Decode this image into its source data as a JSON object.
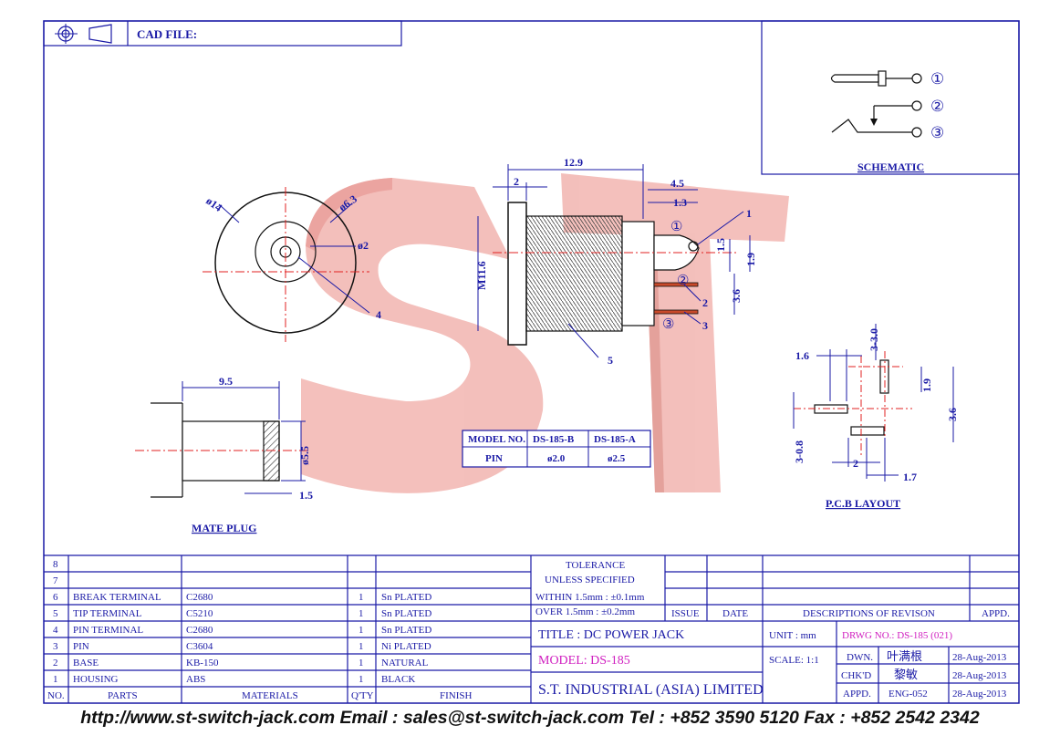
{
  "header": {
    "cad_file_label": "CAD FILE:"
  },
  "schematic": {
    "title": "SCHEMATIC",
    "pins": [
      "①",
      "②",
      "③"
    ]
  },
  "front_view": {
    "dia_outer": "ø14",
    "dia_mid": "ø6.3",
    "dia_pin": "ø2",
    "callout": "4"
  },
  "side_view": {
    "dim_length": "12.9",
    "dim_flange": "2",
    "dim_a": "4.5",
    "dim_b": "1.3",
    "dim_c": "1.5",
    "dim_d": "1.9",
    "dim_e": "3.6",
    "dim_thread": "M11.6",
    "callouts": [
      "1",
      "2",
      "3",
      "5"
    ],
    "pins": [
      "①",
      "②",
      "③"
    ]
  },
  "mate_plug": {
    "title": "MATE PLUG",
    "dim_length": "9.5",
    "dim_dia": "ø5.5",
    "dim_step": "1.5"
  },
  "pcb_layout": {
    "title": "P.C.B LAYOUT",
    "d1": "1.6",
    "d2": "3-3.0",
    "d3": "1.9",
    "d4": "3.6",
    "d5": "3-0.8",
    "d6": "2",
    "d7": "1.7"
  },
  "model_table": {
    "headers": [
      "MODEL NO.",
      "DS-185-B",
      "DS-185-A"
    ],
    "row": [
      "PIN",
      "ø2.0",
      "ø2.5"
    ]
  },
  "watermark": "S T",
  "parts": {
    "rows": [
      {
        "no": "8",
        "part": "",
        "material": "",
        "qty": "",
        "finish": ""
      },
      {
        "no": "7",
        "part": "",
        "material": "",
        "qty": "",
        "finish": ""
      },
      {
        "no": "6",
        "part": "BREAK TERMINAL",
        "material": "C2680",
        "qty": "1",
        "finish": "Sn PLATED"
      },
      {
        "no": "5",
        "part": "TIP TERMINAL",
        "material": "C5210",
        "qty": "1",
        "finish": "Sn PLATED"
      },
      {
        "no": "4",
        "part": "PIN TERMINAL",
        "material": "C2680",
        "qty": "1",
        "finish": "Sn PLATED"
      },
      {
        "no": "3",
        "part": "PIN",
        "material": "C3604",
        "qty": "1",
        "finish": "Ni PLATED"
      },
      {
        "no": "2",
        "part": "BASE",
        "material": "KB-150",
        "qty": "1",
        "finish": "NATURAL"
      },
      {
        "no": "1",
        "part": "HOUSING",
        "material": "ABS",
        "qty": "1",
        "finish": "BLACK"
      }
    ],
    "headers": {
      "no": "NO.",
      "part": "PARTS",
      "material": "MATERIALS",
      "qty": "Q'TY",
      "finish": "FINISH"
    }
  },
  "title_block": {
    "tolerance_title": "TOLERANCE",
    "tolerance_sub": "UNLESS   SPECIFIED",
    "within": "WITHIN  1.5mm : ±0.1mm",
    "over": "OVER   1.5mm : ±0.2mm",
    "issue": "ISSUE",
    "date": "DATE",
    "descriptions": "DESCRIPTIONS  OF  REVISON",
    "appd_col": "APPD.",
    "title": "TITLE : DC POWER JACK",
    "unit": "UNIT :   mm",
    "drwg": "DRWG  NO.: DS-185 (021)",
    "model": "MODEL: DS-185",
    "scale": "SCALE:  1:1",
    "company": "S.T.  INDUSTRIAL  (ASIA)  LIMITED",
    "dwn": "DWN.",
    "dwn_name": "叶满根",
    "dwn_date": "28-Aug-2013",
    "chkd": "CHK'D",
    "chkd_name": "黎敏",
    "chkd_date": "28-Aug-2013",
    "appd": "APPD.",
    "appd_name": "ENG-052",
    "appd_date": "28-Aug-2013"
  },
  "footer": "http://www.st-switch-jack.com  Email : sales@st-switch-jack.com  Tel : +852 3590 5120  Fax : +852 2542 2342"
}
